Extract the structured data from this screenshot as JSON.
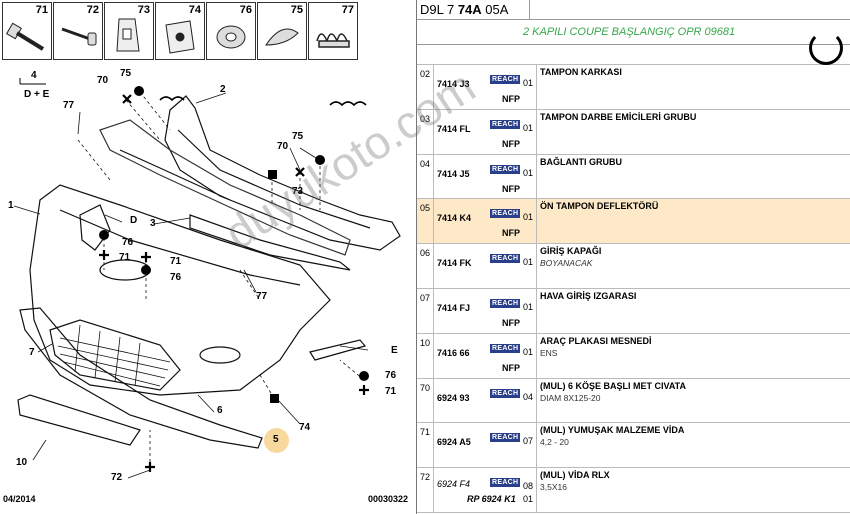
{
  "diagram": {
    "thumbs": [
      {
        "num": "71",
        "icon": "bolt-icon"
      },
      {
        "num": "72",
        "icon": "screw-icon"
      },
      {
        "num": "73",
        "icon": "clip-icon"
      },
      {
        "num": "74",
        "icon": "bracket-icon"
      },
      {
        "num": "76",
        "icon": "washer-icon"
      },
      {
        "num": "75",
        "icon": "rivet-icon"
      },
      {
        "num": "77",
        "icon": "spring-nut-icon"
      }
    ],
    "labels": {
      "p4": "4",
      "de": "D + E",
      "p70a": "70",
      "p75a": "75",
      "p2": "2",
      "p77a": "77",
      "p75b": "75",
      "p70b": "70",
      "p73": "73",
      "p1": "1",
      "pD": "D",
      "p3": "3",
      "p76a": "76",
      "p71a": "71",
      "p71b": "71",
      "p76b": "76",
      "p77b": "77",
      "p7": "7",
      "pE": "E",
      "p76c": "76",
      "p71c": "71",
      "p6": "6",
      "p74": "74",
      "p5": "5",
      "p10": "10",
      "p72": "72"
    },
    "footer_left": "04/2014",
    "footer_right": "00030322"
  },
  "panel": {
    "model_prefix": "D9L 7 ",
    "model_bold": "74A",
    "model_suffix": " 05A",
    "selection": "2 KAPILI COUPE BAŞLANGIÇ OPR 09681",
    "reach_label": "REACH",
    "nfp_label": "NFP",
    "rows": [
      {
        "idx": "02",
        "ref": "7414 J3",
        "qty": "01",
        "name": "TAMPON KARKASI",
        "note": "",
        "nfp": true
      },
      {
        "idx": "03",
        "ref": "7414 FL",
        "qty": "01",
        "name": "TAMPON DARBE EMİCİLERİ GRUBU",
        "note": "",
        "nfp": true
      },
      {
        "idx": "04",
        "ref": "7414 J5",
        "qty": "01",
        "name": "BAĞLANTI GRUBU",
        "note": "",
        "nfp": true
      },
      {
        "idx": "05",
        "ref": "7414 K4",
        "qty": "01",
        "name": "ÖN TAMPON DEFLEKTÖRÜ",
        "note": "",
        "nfp": true
      },
      {
        "idx": "06",
        "ref": "7414 FK",
        "qty": "01",
        "name": "GİRİŞ KAPAĞI",
        "note": "BOYANACAK",
        "nfp": false
      },
      {
        "idx": "07",
        "ref": "7414 FJ",
        "qty": "01",
        "name": "HAVA GİRİŞ IZGARASI",
        "note": "",
        "nfp": true
      },
      {
        "idx": "10",
        "ref": "7416 66",
        "qty": "01",
        "name": "ARAÇ PLAKASI MESNEDİ",
        "note": "ENS",
        "nfp": true
      },
      {
        "idx": "70",
        "ref": "6924 93",
        "qty": "04",
        "name": "(MUL) 6 KÖŞE BAŞLI MET CIVATA",
        "note": "DIAM 8X125-20",
        "nfp": false
      },
      {
        "idx": "71",
        "ref": "6924 A5",
        "qty": "07",
        "name": "(MUL) YUMUŞAK MALZEME VİDA",
        "note": "4,2 - 20",
        "nfp": false
      },
      {
        "idx": "72",
        "ref": "6924 F4",
        "qty": "08",
        "name": "(MUL) VİDA RLX",
        "note": "3,5X16",
        "ref2": "RP 6924 K1",
        "qty2": "01",
        "nfp": false
      }
    ]
  },
  "watermark": "duyukoto.com",
  "colors": {
    "selection_green": "#37a64a",
    "highlight": "#fde9c7",
    "reach_blue": "#2a3f8a",
    "callout": "#f7d28c"
  }
}
